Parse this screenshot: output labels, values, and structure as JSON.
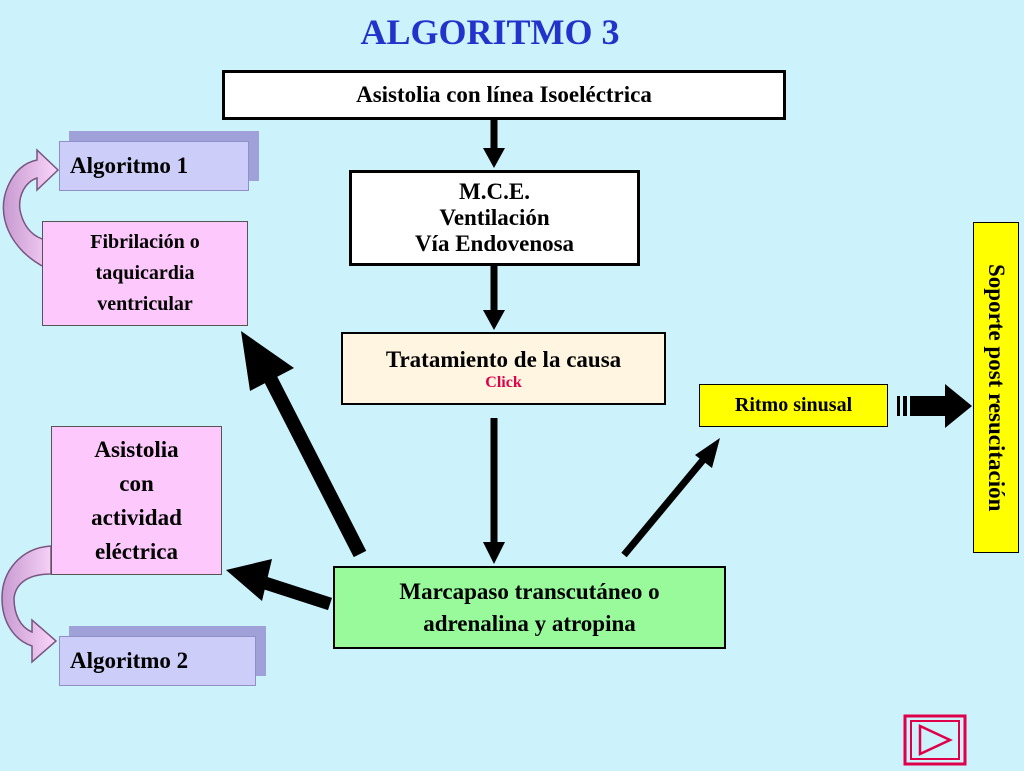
{
  "title": "ALGORITMO 3",
  "boxes": {
    "asistolia_isoelectrica": "Asistolia con línea Isoeléctrica",
    "mce": [
      "M.C.E.",
      "Ventilación",
      "Vía Endovenosa"
    ],
    "tratamiento": "Tratamiento de la causa",
    "click": "Click",
    "marcapaso": [
      "Marcapaso transcutáneo o",
      "adrenalina y atropina"
    ],
    "ritmo_sinusal": "Ritmo sinusal",
    "soporte": "Soporte post resucitación",
    "fibrilacion": [
      "Fibrilación o",
      "taquicardia",
      "ventricular"
    ],
    "asistolia_actividad": [
      "Asistolia",
      "con",
      "actividad",
      "eléctrica"
    ],
    "algoritmo1": "Algoritmo 1",
    "algoritmo2": "Algoritmo 2"
  },
  "colors": {
    "title": "#2233cc",
    "background": "#ccf2fc",
    "pink_box": "#fdc8fb",
    "green_box": "#99fa9c",
    "yellow_box": "#ffff00",
    "bevel_box": "#cccdf8",
    "link": "#e0004a"
  },
  "icons": {
    "next": "next-slide-icon"
  }
}
